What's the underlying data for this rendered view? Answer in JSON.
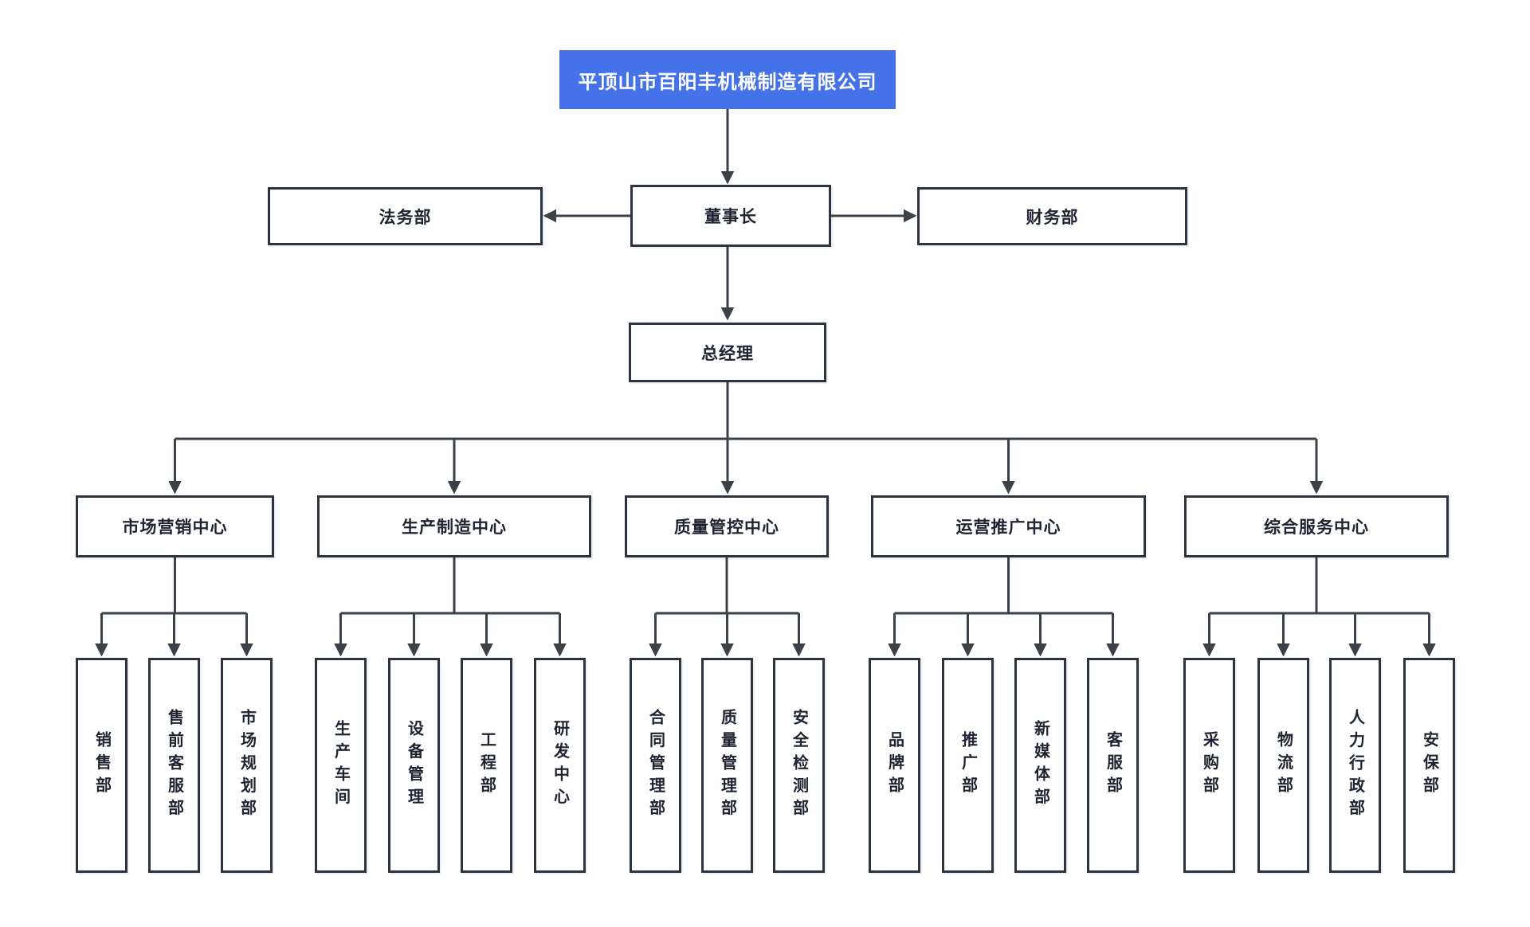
{
  "org": {
    "root": {
      "label": "平顶山市百阳丰机械制造有限公司"
    },
    "chairman": {
      "label": "董事长"
    },
    "legal": {
      "label": "法务部"
    },
    "finance": {
      "label": "财务部"
    },
    "general_manager": {
      "label": "总经理"
    },
    "centers": [
      {
        "label": "市场营销中心",
        "children": [
          "销售部",
          "售前客服部",
          "市场规划部"
        ]
      },
      {
        "label": "生产制造中心",
        "children": [
          "生产车间",
          "设备管理",
          "工程部",
          "研发中心"
        ]
      },
      {
        "label": "质量管控中心",
        "children": [
          "合同管理部",
          "质量管理部",
          "安全检测部"
        ]
      },
      {
        "label": "运营推广中心",
        "children": [
          "品牌部",
          "推广部",
          "新媒体部",
          "客服部"
        ]
      },
      {
        "label": "综合服务中心",
        "children": [
          "采购部",
          "物流部",
          "人力行政部",
          "安保部"
        ]
      }
    ]
  },
  "colors": {
    "accent": "#4571E9",
    "box_border": "#2c3440",
    "connector": "#3b4149",
    "text": "#1d2330",
    "root_text": "#ffffff",
    "background": "#ffffff"
  }
}
